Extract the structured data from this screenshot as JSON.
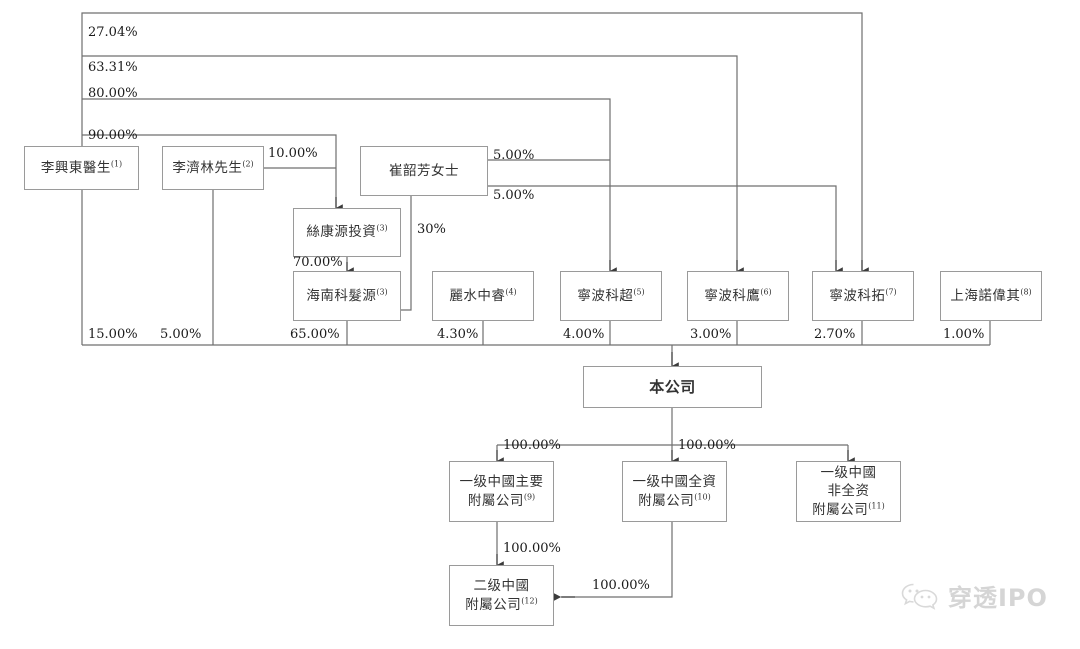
{
  "diagram": {
    "title": "Shareholding and corporate structure chart",
    "line_color": "#6f6f6f",
    "box_border_color": "#9a9a9a",
    "text_color": "#333333"
  },
  "nodes": {
    "li_xingdong": {
      "label": "李興東醫生",
      "note": "(1)"
    },
    "li_jilin": {
      "label": "李濟林先生",
      "note": "(2)"
    },
    "cui_shaofang": {
      "label": "崔韶芳女士",
      "note": ""
    },
    "sikangyuan": {
      "label": "絲康源投資",
      "note": "(3)"
    },
    "hainan_kefa": {
      "label": "海南科髮源",
      "note": "(3)"
    },
    "lishui_zhongrui": {
      "label": "麗水中睿",
      "note": "(4)"
    },
    "ningbo_kechao": {
      "label": "寧波科超",
      "note": "(5)"
    },
    "ningbo_keying": {
      "label": "寧波科鷹",
      "note": "(6)"
    },
    "ningbo_ketuo": {
      "label": "寧波科拓",
      "note": "(7)"
    },
    "shanghai_nuoweiqi": {
      "label": "上海諾偉其",
      "note": "(8)"
    },
    "the_company": {
      "label": "本公司",
      "note": ""
    },
    "tier1_major": {
      "line1": "一级中國主要",
      "line2": "附屬公司",
      "note": "(9)"
    },
    "tier1_wholly": {
      "line1": "一级中國全資",
      "line2": "附屬公司",
      "note": "(10)"
    },
    "tier1_partial": {
      "line1": "一级中國",
      "line2": "非全资",
      "line3": "附屬公司",
      "note": "(11)"
    },
    "tier2": {
      "line1": "二级中國",
      "line2": "附屬公司",
      "note": "(12)"
    }
  },
  "edge_labels": {
    "pct_27_04": "27.04%",
    "pct_63_31": "63.31%",
    "pct_80_00": "80.00%",
    "pct_90_00": "90.00%",
    "pct_10_00": "10.00%",
    "pct_5_00_a": "5.00%",
    "pct_5_00_b": "5.00%",
    "pct_30": "30%",
    "pct_70_00": "70.00%",
    "pct_15_00": "15.00%",
    "pct_5_00_c": "5.00%",
    "pct_65_00": "65.00%",
    "pct_4_30": "4.30%",
    "pct_4_00": "4.00%",
    "pct_3_00": "3.00%",
    "pct_2_70": "2.70%",
    "pct_1_00": "1.00%",
    "pct_100_a": "100.00%",
    "pct_100_b": "100.00%",
    "pct_100_c": "100.00%",
    "pct_100_d": "100.00%"
  },
  "watermark": {
    "text": "穿透IPO",
    "icon": "wechat-icon"
  }
}
